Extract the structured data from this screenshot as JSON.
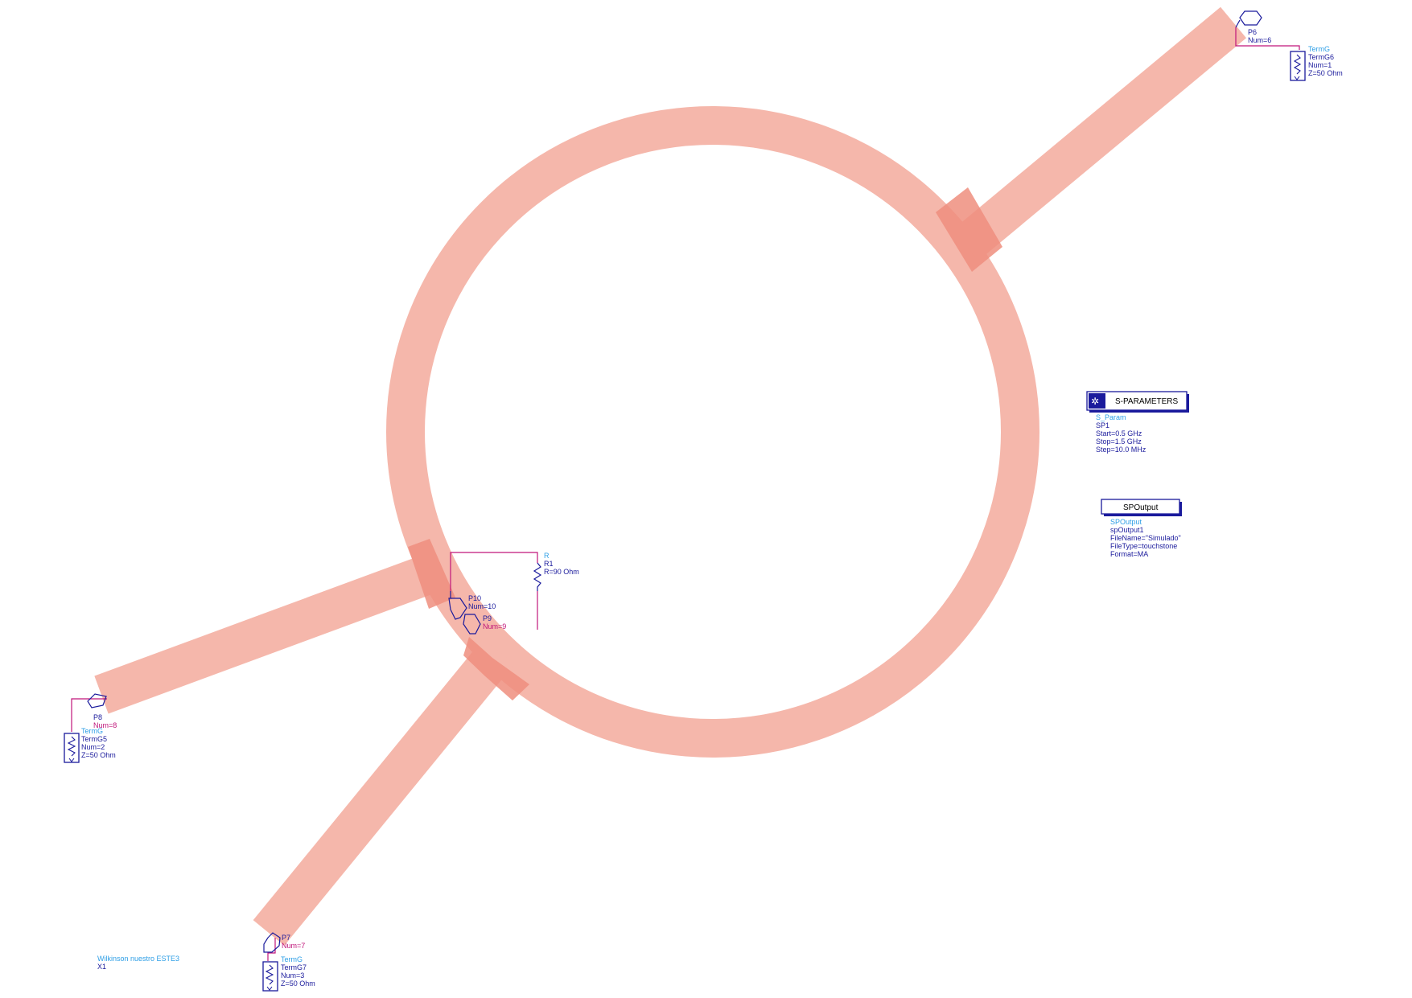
{
  "colors": {
    "trace": "#f5b7ab",
    "overlap": "#ee8e7e",
    "wire": "#c0157a",
    "component": "#1a1a9c",
    "label_accent": "#2f9fe6"
  },
  "ports": {
    "p6": {
      "name": "P6",
      "num": "Num=6"
    },
    "p7": {
      "name": "P7",
      "num": "Num=7"
    },
    "p8": {
      "name": "P8",
      "num": "Num=8"
    },
    "p9": {
      "name": "P9",
      "num": "Num=9"
    },
    "p10": {
      "name": "P10",
      "num": "Num=10"
    }
  },
  "terms": {
    "termg6": {
      "type": "TermG",
      "name": "TermG6",
      "num": "Num=1",
      "z": "Z=50 Ohm"
    },
    "termg5": {
      "type": "TermG",
      "name": "TermG5",
      "num": "Num=2",
      "z": "Z=50 Ohm"
    },
    "termg7": {
      "type": "TermG",
      "name": "TermG7",
      "num": "Num=3",
      "z": "Z=50 Ohm"
    }
  },
  "resistor": {
    "type": "R",
    "name": "R1",
    "value": "R=90 Ohm"
  },
  "sparam": {
    "title": "S-PARAMETERS",
    "type": "S_Param",
    "name": "SP1",
    "start": "Start=0.5 GHz",
    "stop": "Stop=1.5 GHz",
    "step": "Step=10.0 MHz"
  },
  "spoutput": {
    "title": "SPOutput",
    "type": "SPOutput",
    "name": "spOutput1",
    "filename": "FileName=\"Simulado\"",
    "filetype": "FileType=touchstone",
    "format": "Format=MA"
  },
  "subcircuit": {
    "name": "Wilkinson nuestro ESTE3",
    "instance": "X1"
  }
}
